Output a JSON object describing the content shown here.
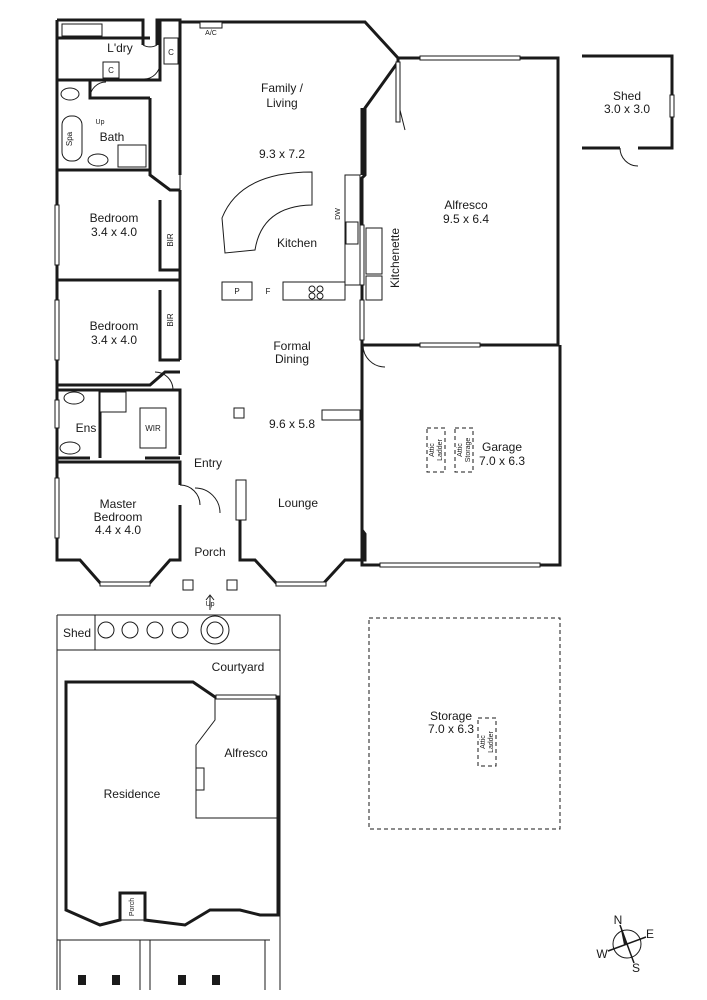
{
  "floorplan": {
    "rooms": {
      "laundry": "L'dry",
      "cupboard_1": "C",
      "cupboard_2": "C",
      "ac": "A/C",
      "bath": "Bath",
      "spa": "Spa",
      "up_bath": "Up",
      "family_living": "Family /",
      "family_living_2": "Living",
      "family_dims": "9.3 x 7.2",
      "bedroom_1": "Bedroom",
      "bedroom_1_dims": "3.4 x 4.0",
      "bedroom_2": "Bedroom",
      "bedroom_2_dims": "3.4 x 4.0",
      "bir_1": "BIR",
      "bir_2": "BIR",
      "kitchen": "Kitchen",
      "dw": "DW",
      "pantry": "P",
      "fridge": "F",
      "kitchenette": "Kitchenette",
      "alfresco": "Alfresco",
      "alfresco_dims": "9.5 x 6.4",
      "formal_dining": "Formal",
      "formal_dining_2": "Dining",
      "dining_dims": "9.6 x 5.8",
      "ensuite": "Ens",
      "wir": "WIR",
      "entry": "Entry",
      "master_bedroom": "Master",
      "master_bedroom_2": "Bedroom",
      "master_dims": "4.4 x 4.0",
      "lounge": "Lounge",
      "porch": "Porch",
      "up_porch": "Up",
      "garage": "Garage",
      "garage_dims": "7.0 x 6.3",
      "attic_ladder": "Attic",
      "attic_ladder_2": "Ladder",
      "attic_storage": "Attic",
      "attic_storage_2": "Storage",
      "shed": "Shed",
      "shed_dims": "3.0 x 3.0"
    },
    "site": {
      "shed": "Shed",
      "courtyard": "Courtyard",
      "alfresco": "Alfresco",
      "residence": "Residence",
      "porch": "Porch",
      "storage": "Storage",
      "storage_dims": "7.0 x 6.3",
      "attic": "Attic",
      "ladder": "Ladder"
    },
    "compass": {
      "n": "N",
      "e": "E",
      "s": "S",
      "w": "W"
    }
  }
}
